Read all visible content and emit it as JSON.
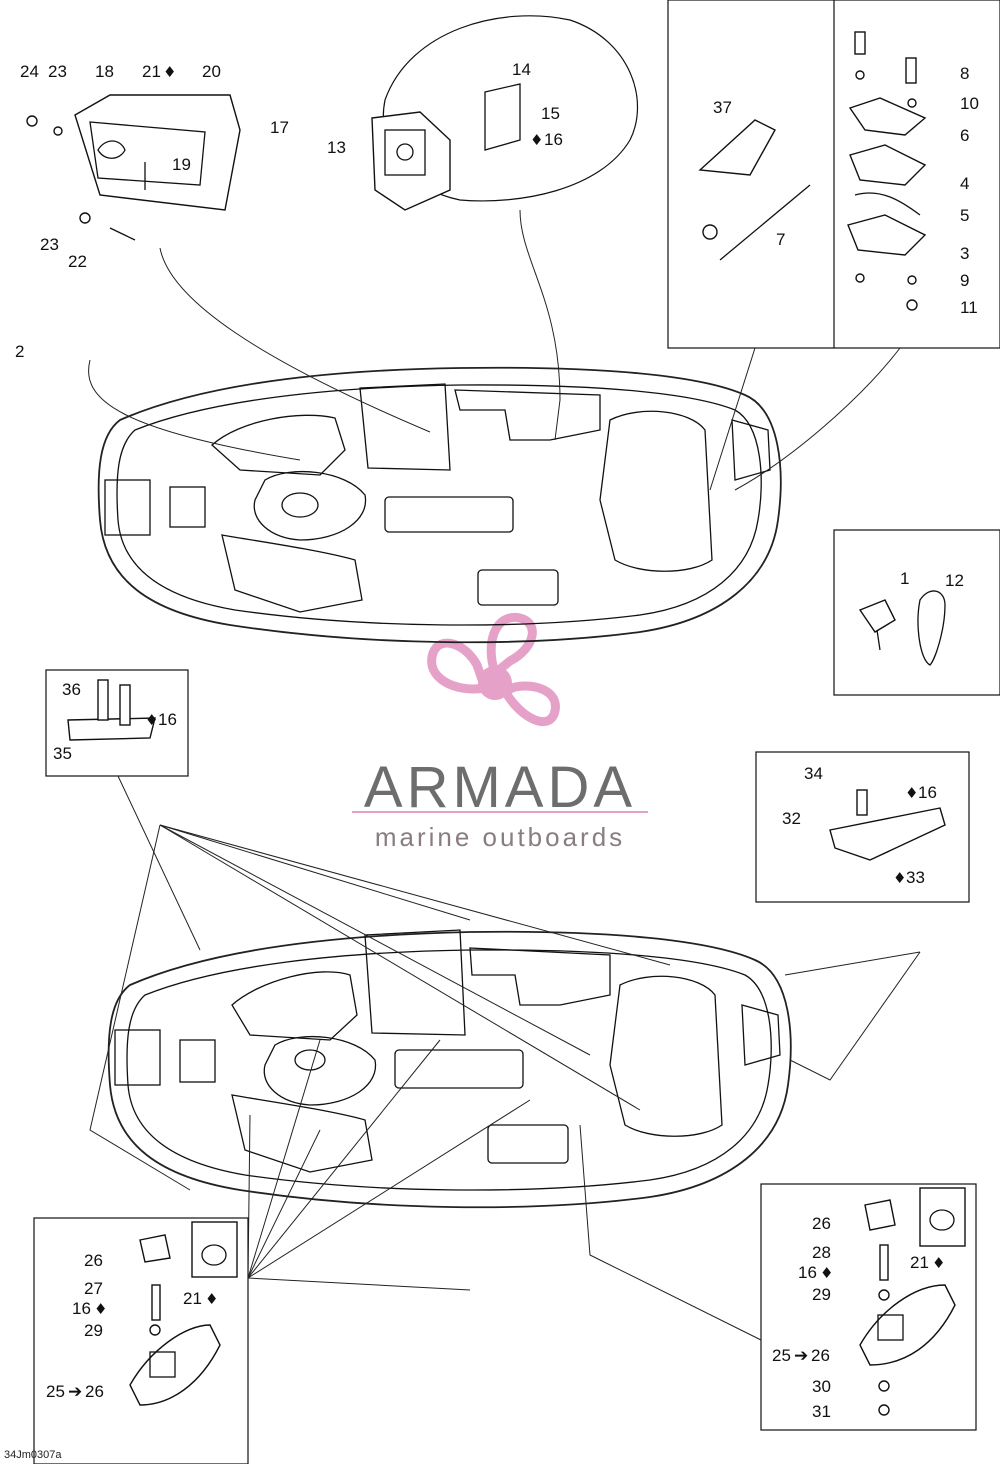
{
  "document_id": "34Jm0307a",
  "brand": {
    "name": "ARMADA",
    "tagline": "marine outboards",
    "accent_color": "#e6a1c8",
    "text_color": "#6d6d6d"
  },
  "callout_labels": [
    "24",
    "23",
    "18",
    "21",
    "20",
    "17",
    "19",
    "23",
    "22",
    "14",
    "15",
    "16",
    "13",
    "37",
    "7",
    "8",
    "10",
    "6",
    "4",
    "5",
    "3",
    "9",
    "11",
    "2",
    "1",
    "12",
    "36",
    "16",
    "35",
    "34",
    "16",
    "32",
    "33",
    "26",
    "27",
    "16",
    "21",
    "29",
    "25",
    "26",
    "26",
    "28",
    "16",
    "21",
    "29",
    "25",
    "26",
    "30",
    "31"
  ]
}
